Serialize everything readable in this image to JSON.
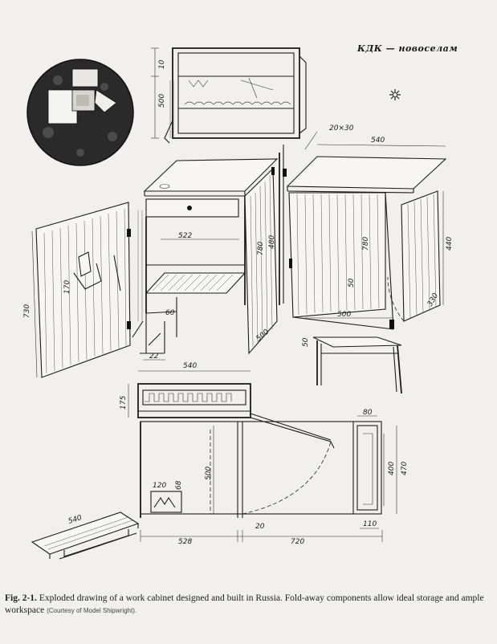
{
  "header": {
    "text": "КДК — новоселам"
  },
  "caption": {
    "label": "Fig. 2-1.",
    "text": "Exploded drawing of a work cabinet designed and built in Russia. Fold-away components allow ideal storage and ample workspace",
    "courtesy": "(Courtesy of Model Shipwright)."
  },
  "dimensions": {
    "wall_cabinet_top": "10",
    "wall_cabinet_height": "500",
    "shelf_section": "20×30",
    "table_length": "540",
    "drawer_width": "522",
    "inner_height": "480",
    "cabinet_height": "780",
    "right_cabinet_height": "780",
    "right_cabinet_side": "50",
    "door_height": "440",
    "door_width": "330",
    "right_cabinet_depth": "500",
    "bench_height": "50",
    "door_panel_height": "730",
    "door_handle": "170",
    "cabinet_base": "60",
    "cabinet_depth": "500",
    "leg_offset": "22",
    "top_view_width": "540",
    "top_view_depth": "175",
    "plan_depth": "500",
    "detail_width": "120",
    "detail_height": "68",
    "plan_left": "528",
    "plan_gap": "20",
    "plan_right": "720",
    "right_detail_top": "80",
    "right_detail_inner": "400",
    "right_detail_outer": "470",
    "right_detail_bottom": "110",
    "board_length": "540"
  }
}
